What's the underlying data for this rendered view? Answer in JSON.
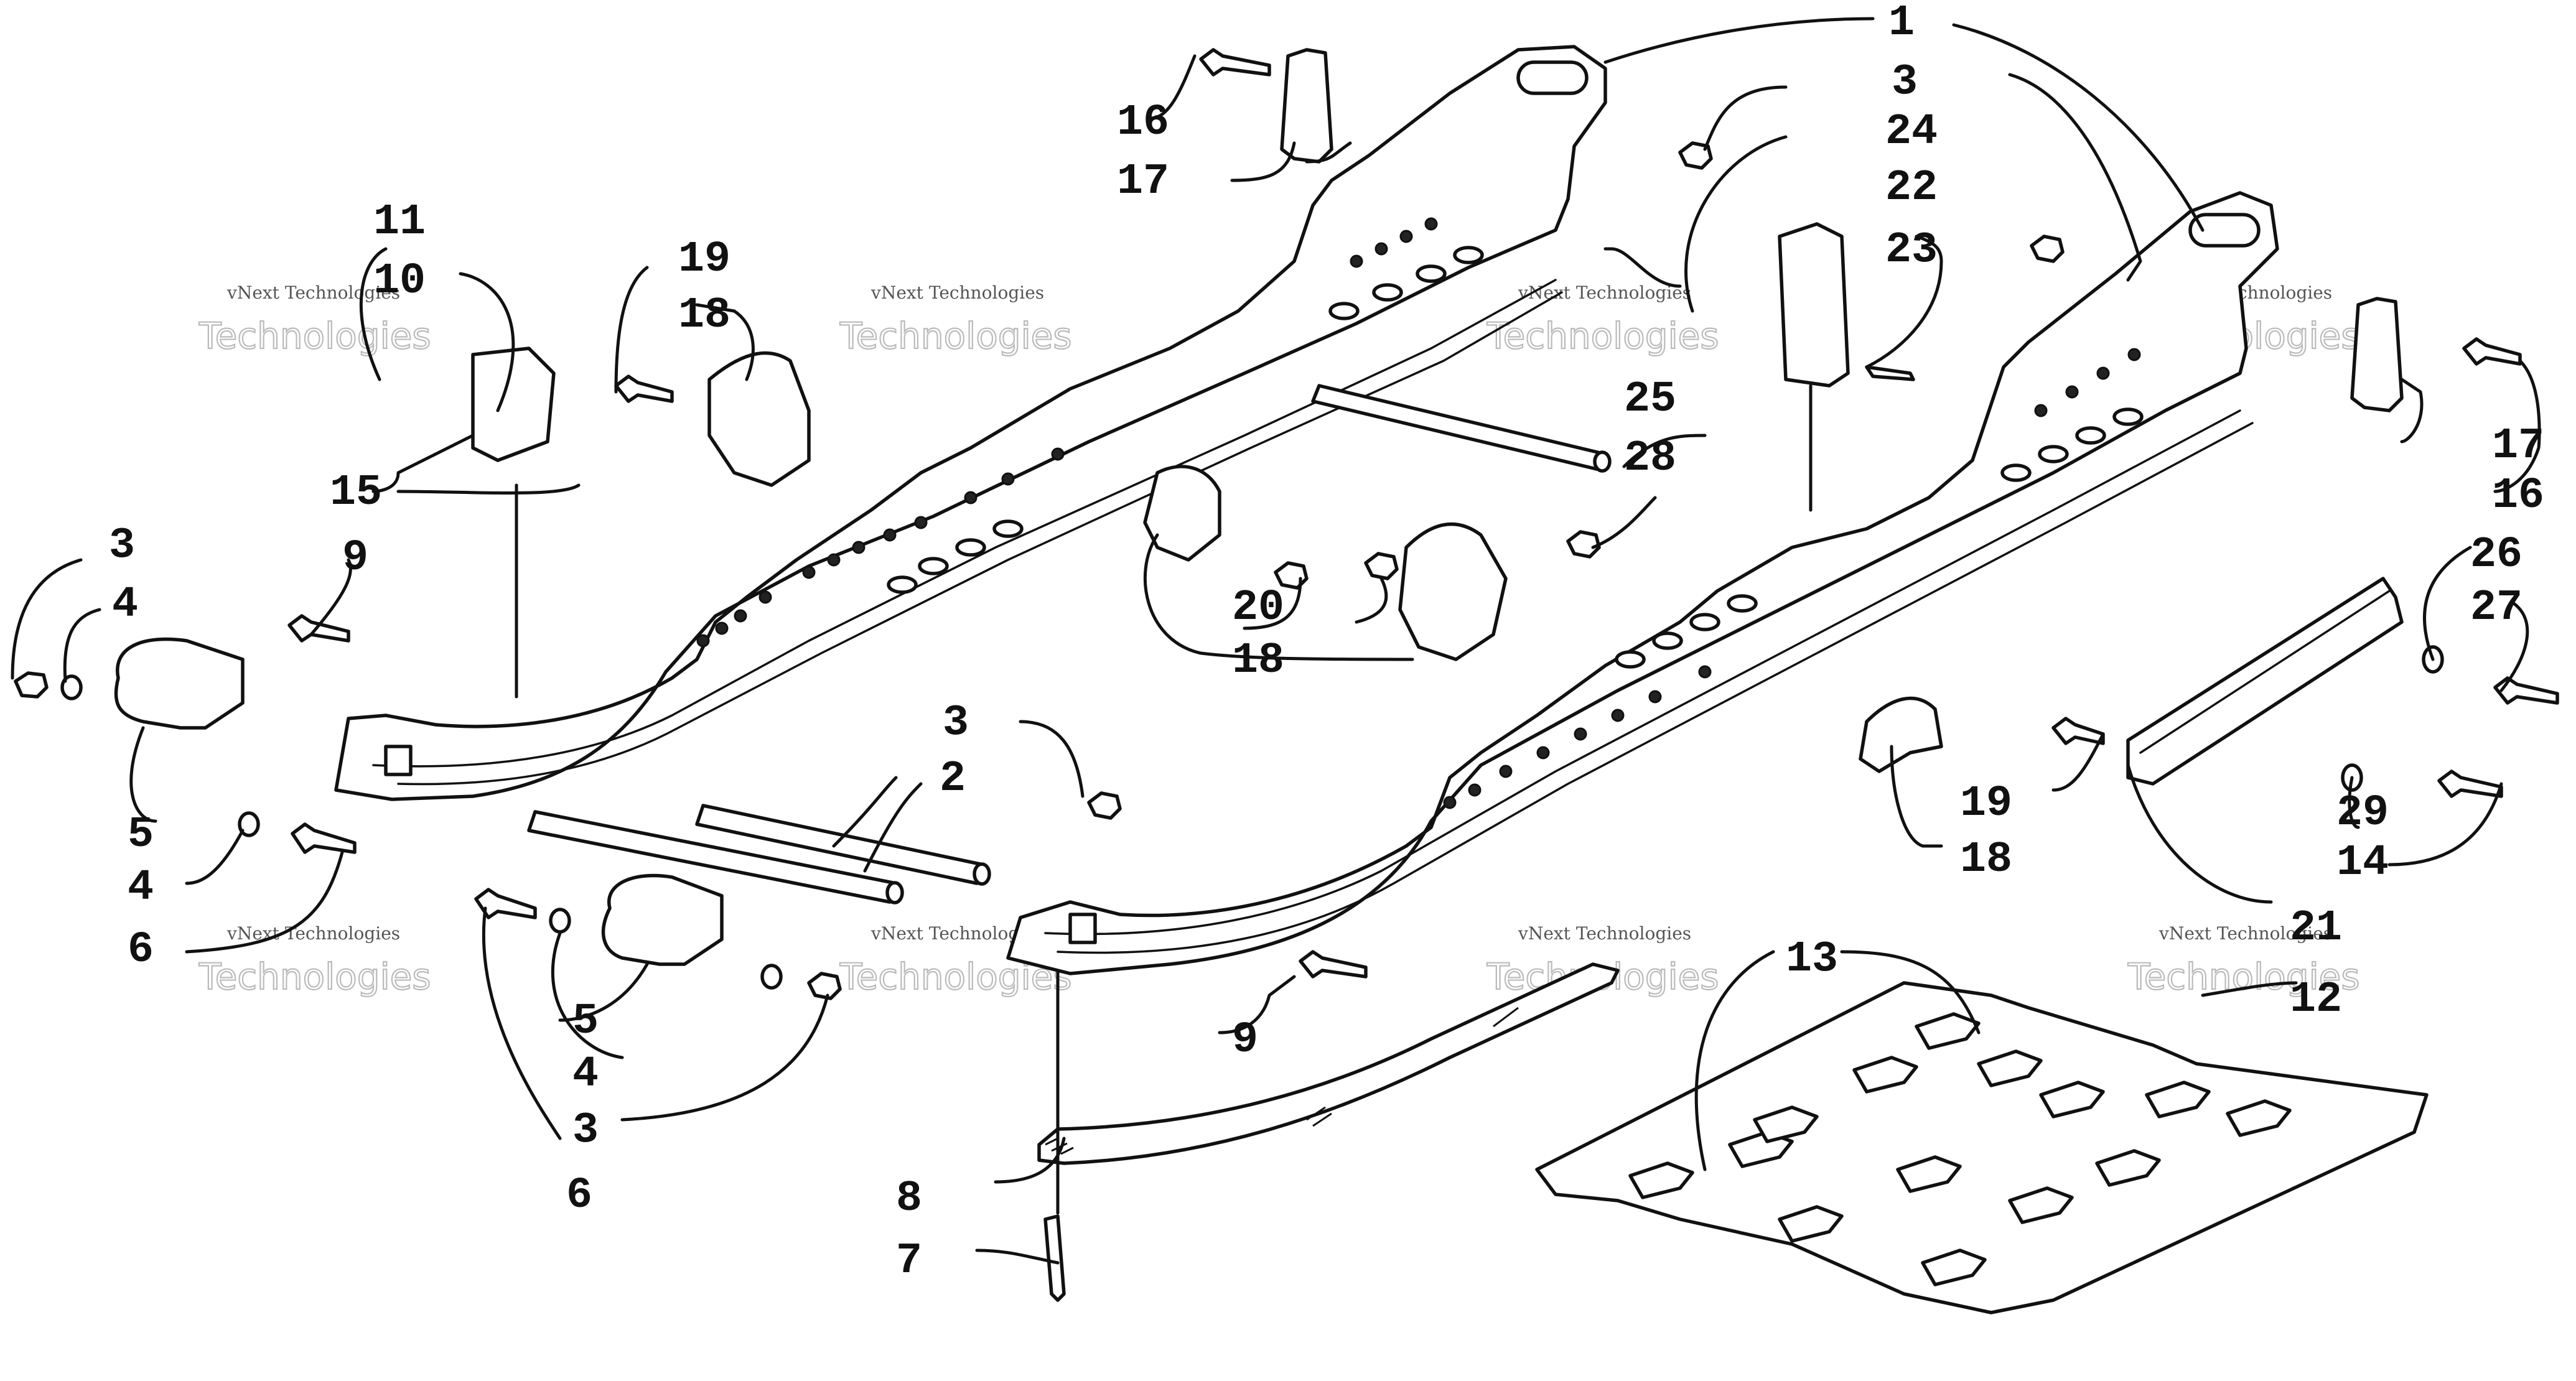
{
  "diagram": {
    "watermark_caption": "vNext Technologies",
    "watermark_large": "Technologies",
    "callouts": [
      {
        "id": "c1",
        "text": "1"
      },
      {
        "id": "c2",
        "text": "2"
      },
      {
        "id": "c3a",
        "text": "3"
      },
      {
        "id": "c3b",
        "text": "3"
      },
      {
        "id": "c3c",
        "text": "3"
      },
      {
        "id": "c3d",
        "text": "3"
      },
      {
        "id": "c4a",
        "text": "4"
      },
      {
        "id": "c4b",
        "text": "4"
      },
      {
        "id": "c4c",
        "text": "4"
      },
      {
        "id": "c5a",
        "text": "5"
      },
      {
        "id": "c5b",
        "text": "5"
      },
      {
        "id": "c6a",
        "text": "6"
      },
      {
        "id": "c6b",
        "text": "6"
      },
      {
        "id": "c7",
        "text": "7"
      },
      {
        "id": "c8",
        "text": "8"
      },
      {
        "id": "c9a",
        "text": "9"
      },
      {
        "id": "c9b",
        "text": "9"
      },
      {
        "id": "c10",
        "text": "10"
      },
      {
        "id": "c11",
        "text": "11"
      },
      {
        "id": "c12",
        "text": "12"
      },
      {
        "id": "c13",
        "text": "13"
      },
      {
        "id": "c14",
        "text": "14"
      },
      {
        "id": "c15",
        "text": "15"
      },
      {
        "id": "c16a",
        "text": "16"
      },
      {
        "id": "c16b",
        "text": "16"
      },
      {
        "id": "c17a",
        "text": "17"
      },
      {
        "id": "c17b",
        "text": "17"
      },
      {
        "id": "c18a",
        "text": "18"
      },
      {
        "id": "c18b",
        "text": "18"
      },
      {
        "id": "c18c",
        "text": "18"
      },
      {
        "id": "c19a",
        "text": "19"
      },
      {
        "id": "c19b",
        "text": "19"
      },
      {
        "id": "c20",
        "text": "20"
      },
      {
        "id": "c21",
        "text": "21"
      },
      {
        "id": "c22",
        "text": "22"
      },
      {
        "id": "c23",
        "text": "23"
      },
      {
        "id": "c24",
        "text": "24"
      },
      {
        "id": "c25",
        "text": "25"
      },
      {
        "id": "c26",
        "text": "26"
      },
      {
        "id": "c27",
        "text": "27"
      },
      {
        "id": "c28",
        "text": "28"
      },
      {
        "id": "c29",
        "text": "29"
      }
    ]
  }
}
